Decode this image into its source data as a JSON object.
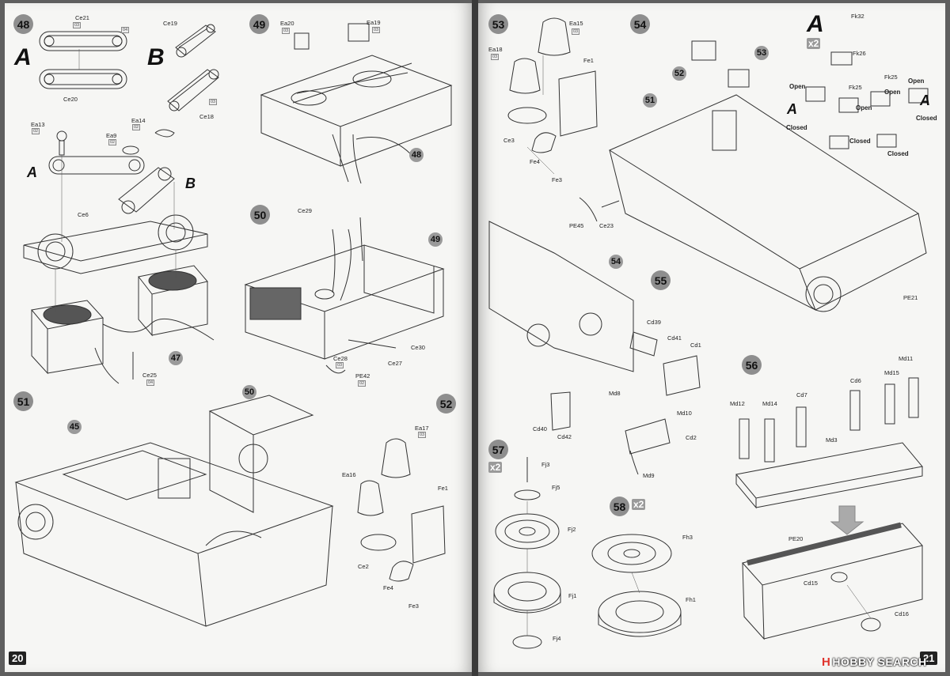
{
  "pages": {
    "left": {
      "number": "20"
    },
    "right": {
      "number": "21"
    }
  },
  "steps": [
    {
      "id": "48",
      "label": "48"
    },
    {
      "id": "49",
      "label": "49"
    },
    {
      "id": "50",
      "label": "50"
    },
    {
      "id": "51",
      "label": "51"
    },
    {
      "id": "52",
      "label": "52"
    },
    {
      "id": "53",
      "label": "53"
    },
    {
      "id": "54",
      "label": "54"
    },
    {
      "id": "55",
      "label": "55"
    },
    {
      "id": "56",
      "label": "56"
    },
    {
      "id": "57",
      "label": "57"
    },
    {
      "id": "58",
      "label": "58"
    }
  ],
  "subassembly_refs": [
    "47",
    "48",
    "49",
    "45",
    "50",
    "51",
    "52",
    "53",
    "54"
  ],
  "variants": {
    "a": "A",
    "b": "B"
  },
  "multipliers": {
    "x2": "x2"
  },
  "states": {
    "open": "Open",
    "closed": "Closed"
  },
  "parts": {
    "s48": [
      "Ce21",
      "Ce19",
      "Ce20",
      "Ce18",
      "Ea13",
      "Ea9",
      "Ea14",
      "Ce6",
      "Ce25"
    ],
    "s49": [
      "Ea20",
      "Ea19"
    ],
    "s50": [
      "Ce29",
      "Ce28",
      "PE42",
      "Ce27",
      "Ce30"
    ],
    "s52": [
      "Ea17",
      "Ea16",
      "Fe1",
      "Ce2",
      "Fe4",
      "Fe3"
    ],
    "s53": [
      "Ea15",
      "Ea18",
      "Fe1",
      "Ce3",
      "Fe4",
      "Fe3",
      "PE45",
      "Ce23"
    ],
    "s54": [
      "Fk32",
      "Fk26",
      "Fk25",
      "Fk25",
      "PE21"
    ],
    "s55": [
      "Cd39",
      "Cd41",
      "Cd1",
      "Md8",
      "Md10",
      "Cd40",
      "Cd42",
      "Cd2",
      "Md9"
    ],
    "s56": [
      "Md12",
      "Md14",
      "Cd7",
      "Cd6",
      "Md15",
      "Md11",
      "Md3",
      "PE20",
      "Cd15",
      "Cd16"
    ],
    "s57": [
      "Fj3",
      "Fj5",
      "Fj2",
      "Fj1",
      "Fj4"
    ],
    "s58": [
      "Fh3",
      "Fh1"
    ]
  },
  "watermark": {
    "logo": "H",
    "text": "HOBBY SEARCH"
  },
  "colors": {
    "paper": "#f6f6f4",
    "line": "#333333",
    "badge": "#8e8e8e"
  }
}
